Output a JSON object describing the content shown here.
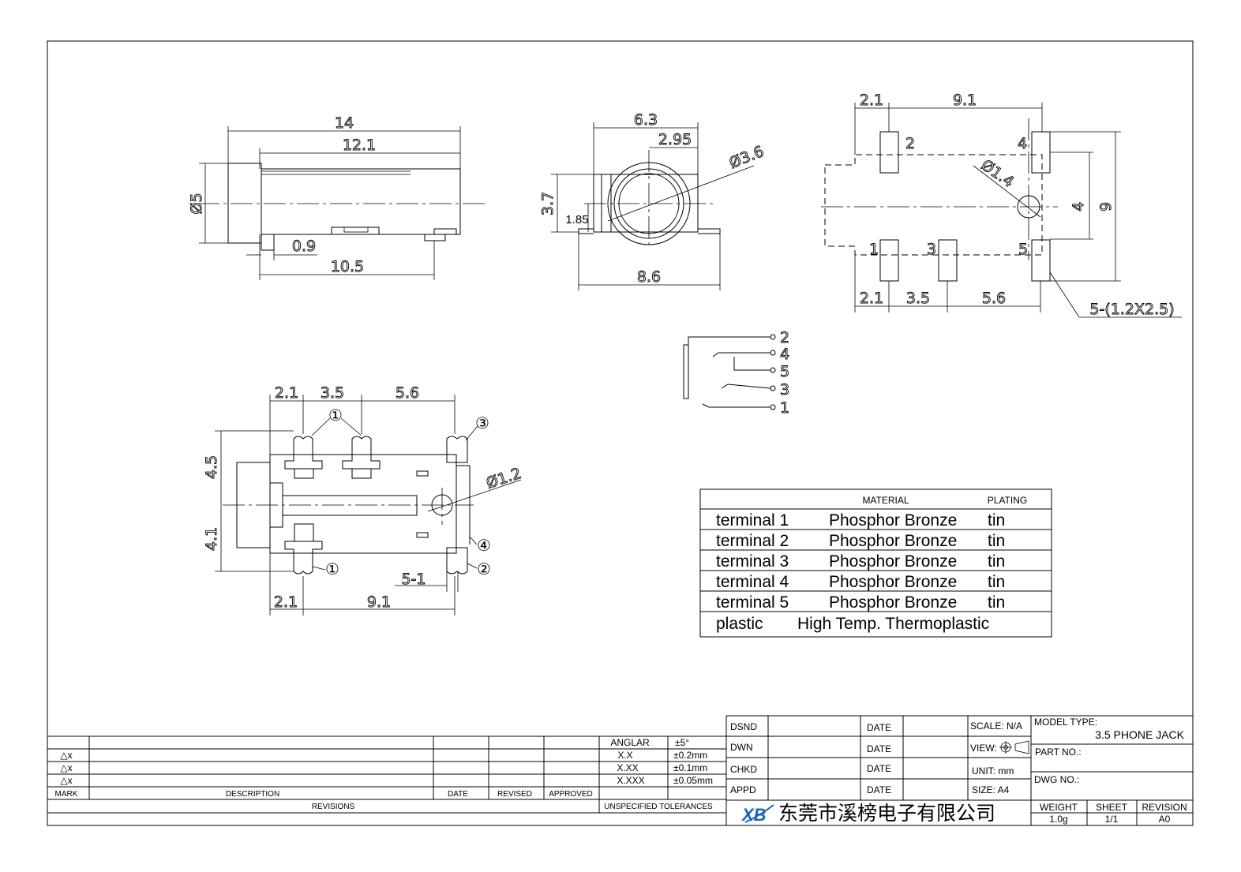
{
  "front_view": {
    "d_14": "14",
    "d_12_1": "12.1",
    "d_phi5": "Ø5",
    "d_0_9": "0.9",
    "d_10_5": "10.5"
  },
  "side_view": {
    "d_6_3": "6.3",
    "d_2_95": "2.95",
    "d_phi3_6": "Ø3.6",
    "d_3_7": "3.7",
    "d_1_85": "1.85",
    "d_8_6": "8.6"
  },
  "footprint": {
    "d_2_1": "2.1",
    "d_9_1": "9.1",
    "d_phi1_4": "Ø1.4",
    "d_4": "4",
    "d_9": "9",
    "d_3_5": "3.5",
    "d_5_6": "5.6",
    "d_pads": "5-(1.2X2.5)",
    "pin_labels": [
      "2",
      "4",
      "1",
      "3",
      "5"
    ],
    "bottom_2_1": "2.1"
  },
  "schematic": {
    "pins": [
      "2",
      "4",
      "5",
      "3",
      "1"
    ]
  },
  "top_view": {
    "d_2_1": "2.1",
    "d_3_5": "3.5",
    "d_5_6": "5.6",
    "d_4_5": "4.5",
    "d_4_1": "4.1",
    "d_phi1_2": "Ø1.2",
    "d_5_1": "5-1",
    "d_2_1b": "2.1",
    "d_9_1": "9.1",
    "callouts": [
      "①",
      "③",
      "④",
      "①",
      "②"
    ]
  },
  "materials": {
    "header_material": "MATERIAL",
    "header_plating": "PLATING",
    "rows": [
      {
        "part": "terminal 1",
        "material": "Phosphor Bronze",
        "plating": "tin"
      },
      {
        "part": "terminal 2",
        "material": "Phosphor Bronze",
        "plating": "tin"
      },
      {
        "part": "terminal 3",
        "material": "Phosphor Bronze",
        "plating": "tin"
      },
      {
        "part": "terminal 4",
        "material": "Phosphor Bronze",
        "plating": "tin"
      },
      {
        "part": "terminal 5",
        "material": "Phosphor Bronze",
        "plating": "tin"
      }
    ],
    "plastic_part": "plastic",
    "plastic_material": "High Temp. Thermoplastic"
  },
  "revisions": {
    "delta_marks": [
      "△x",
      "△x",
      "△x"
    ],
    "mark": "MARK",
    "description": "DESCRIPTION",
    "date": "DATE",
    "revised": "REVISED",
    "approved": "APPROVED",
    "title": "REVISIONS"
  },
  "tolerances": {
    "rows": [
      {
        "label": "ANGLAR",
        "value": "±5°"
      },
      {
        "label": "X.X",
        "value": "±0.2mm"
      },
      {
        "label": "X.XX",
        "value": "±0.1mm"
      },
      {
        "label": "X.XXX",
        "value": "±0.05mm"
      }
    ],
    "title": "UNSPECIFIED TOLERANCES"
  },
  "approvals": {
    "roles": [
      "DSND",
      "DWN",
      "CHKD",
      "APPD"
    ],
    "date_label": "DATE"
  },
  "title_block": {
    "scale": "SCALE: N/A",
    "view": "VIEW:",
    "unit": "UNIT: mm",
    "size": "SIZE: A4",
    "model_type_label": "MODEL TYPE:",
    "model_type": "3.5 PHONE JACK",
    "part_no_label": "PART NO.:",
    "dwg_no_label": "DWG NO.:",
    "weight_label": "WEIGHT",
    "weight": "1.0g",
    "sheet_label": "SHEET",
    "sheet": "1/1",
    "revision_label": "REVISION",
    "revision": "A0",
    "company": "东莞市溪榜电子有限公司",
    "logo_letters": "XB",
    "logo_color": "#1e63b8"
  }
}
